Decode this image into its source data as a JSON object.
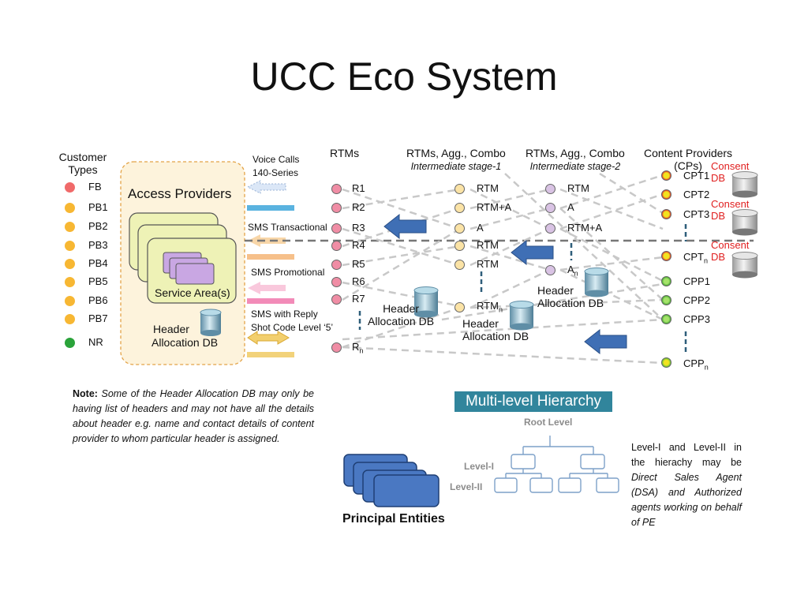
{
  "title": "UCC Eco System",
  "customer_types": {
    "heading_line1": "Customer",
    "heading_line2": "Types",
    "items": [
      {
        "label": "FB",
        "color": "#f06a6a"
      },
      {
        "label": "PB1",
        "color": "#f7b733"
      },
      {
        "label": "PB2",
        "color": "#f7b733"
      },
      {
        "label": "PB3",
        "color": "#f7b733"
      },
      {
        "label": "PB4",
        "color": "#f7b733"
      },
      {
        "label": "PB5",
        "color": "#f7b733"
      },
      {
        "label": "PB6",
        "color": "#f7b733"
      },
      {
        "label": "PB7",
        "color": "#f7b733"
      },
      {
        "label": "NR",
        "color": "#2aa33a"
      }
    ]
  },
  "access_providers": {
    "title": "Access Providers",
    "service_area": "Service Area(s)",
    "header_db_line1": "Header",
    "header_db_line2": "Allocation DB"
  },
  "channels": {
    "voice_line1": "Voice Calls",
    "voice_line2": "140-Series",
    "sms_transactional": "SMS Transactional",
    "sms_promotional": "SMS Promotional",
    "sms_reply_line1": "SMS with Reply",
    "sms_reply_line2": "Shot Code Level ‘5’"
  },
  "rtms": {
    "heading": "RTMs",
    "items": [
      "R1",
      "R2",
      "R3",
      "R4",
      "R5",
      "R6",
      "R7"
    ],
    "last_base": "R",
    "last_sub": "n",
    "header_db_line1": "Header",
    "header_db_line2": "Allocation DB"
  },
  "stage1": {
    "heading": "RTMs, Agg., Combo",
    "subheading": "Intermediate stage-1",
    "items": [
      "RTM",
      "RTM+A",
      "A",
      "RTM",
      "RTM"
    ],
    "last_base": "RTM",
    "last_sub": "n",
    "header_db_line1": "Header",
    "header_db_line2": "Allocation DB"
  },
  "stage2": {
    "heading": "RTMs, Agg., Combo",
    "subheading": "Intermediate stage-2",
    "items": [
      "RTM",
      "A",
      "RTM+A"
    ],
    "last_base": "A",
    "last_sub": "n",
    "header_db_line1": "Header",
    "header_db_line2": "Allocation DB"
  },
  "content_providers": {
    "heading_line1": "Content Providers",
    "heading_line2": "(CPs)",
    "cpt": [
      "CPT1",
      "CPT2",
      "CPT3"
    ],
    "cpt_last_base": "CPT",
    "cpt_last_sub": "n",
    "cpp": [
      "CPP1",
      "CPP2",
      "CPP3"
    ],
    "cpp_last_base": "CPP",
    "cpp_last_sub": "n",
    "consent_line1": "Consent",
    "consent_line2": "DB"
  },
  "note": {
    "label": "Note:",
    "text": "Some of the Header Allocation DB may only be having list of headers and may not have all the details about header e.g. name and contact details of content provider to whom particular header is assigned."
  },
  "hierarchy": {
    "title": "Multi-level Hierarchy",
    "root": "Root Level",
    "level1": "Level-I",
    "level2": "Level-II",
    "principal": "Principal Entities",
    "side_text1": "Level-I and Level-II in the hierachy may be ",
    "side_text2": "Direct Sales Agent (DSA) and Authorized agents working on behalf of PE"
  },
  "colors": {
    "rtm_dot": "#f08da5",
    "stage1_dot": "#fbe3a6",
    "stage2_dot": "#d9c3e4",
    "cpt_dot": "#f2e31f",
    "cpp_dot": "#7fd24a",
    "blue_arrow": "#3f6fb5",
    "service_area": "#eef2b6",
    "ap_box": "#fdf3dc",
    "principal": "#4a78c2",
    "teal": "#31859c"
  }
}
